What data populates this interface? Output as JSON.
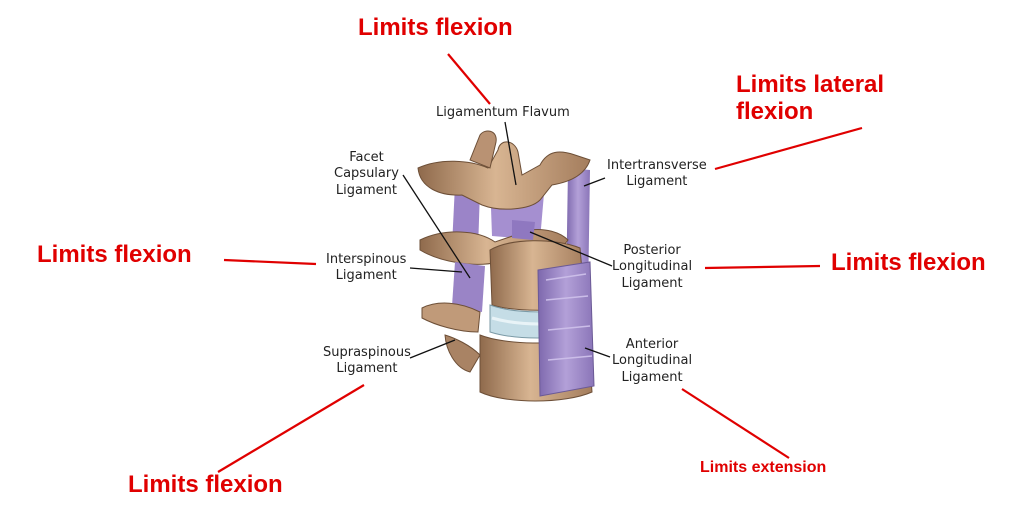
{
  "annotations": {
    "flexion_top": "Limits flexion",
    "lateral_flexion_line1": "Limits lateral",
    "lateral_flexion_line2": "flexion",
    "flexion_left": "Limits flexion",
    "flexion_right": "Limits flexion",
    "flexion_bottom_left": "Limits flexion",
    "extension": "Limits extension"
  },
  "ligaments": {
    "ligamentum_flavum": [
      "Ligamentum Flavum"
    ],
    "facet_capsular": [
      "Facet",
      "Capsulary",
      "Ligament"
    ],
    "intertransverse": [
      "Intertransverse",
      "Ligament"
    ],
    "interspinous": [
      "Interspinous",
      "Ligament"
    ],
    "posterior_longitudinal": [
      "Posterior",
      "Longitudinal",
      "Ligament"
    ],
    "supraspinous": [
      "Supraspinous",
      "Ligament"
    ],
    "anterior_longitudinal": [
      "Anterior",
      "Longitudinal",
      "Ligament"
    ]
  },
  "colors": {
    "annotation_red": "#e00000",
    "bone": "#c9a27e",
    "ligament_purple": "#9f86c6",
    "disc_blue": "#b6d3df"
  }
}
